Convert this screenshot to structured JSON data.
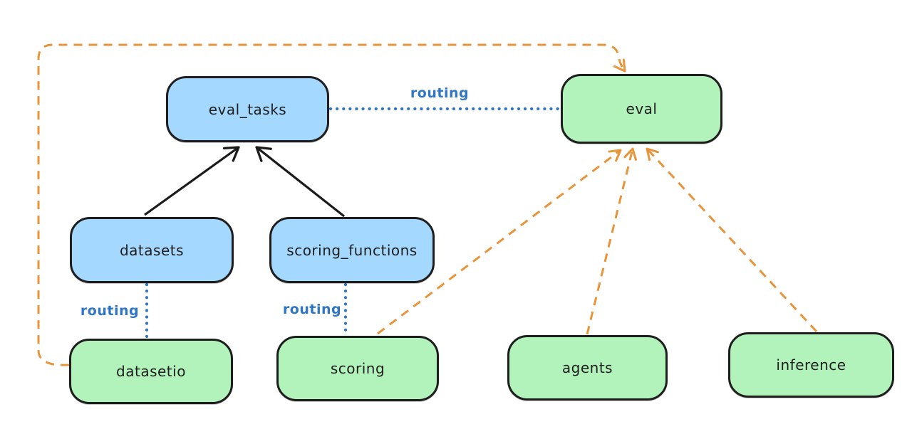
{
  "diagram": {
    "colors": {
      "background": "#ffffff",
      "blue_node_fill": "#a5d8ff",
      "green_node_fill": "#b2f2bb",
      "node_border": "#1e1e1e",
      "routing_blue": "#2f76c7",
      "orange_dashed": "#e8943a",
      "black_arrow": "#1b1b1b"
    },
    "nodes": [
      {
        "id": "eval_tasks",
        "label": "eval_tasks",
        "kind": "blue"
      },
      {
        "id": "eval",
        "label": "eval",
        "kind": "green"
      },
      {
        "id": "datasets",
        "label": "datasets",
        "kind": "blue"
      },
      {
        "id": "scoring_functions",
        "label": "scoring_functions",
        "kind": "blue"
      },
      {
        "id": "datasetio",
        "label": "datasetio",
        "kind": "green"
      },
      {
        "id": "scoring",
        "label": "scoring",
        "kind": "green"
      },
      {
        "id": "agents",
        "label": "agents",
        "kind": "green"
      },
      {
        "id": "inference",
        "label": "inference",
        "kind": "green"
      }
    ],
    "edge_labels": [
      {
        "id": "routing-top",
        "text": "routing"
      },
      {
        "id": "routing-left",
        "text": "routing"
      },
      {
        "id": "routing-middle",
        "text": "routing"
      }
    ],
    "edges": [
      {
        "from": "datasets",
        "to": "eval_tasks",
        "style": "solid-black-arrow"
      },
      {
        "from": "scoring_functions",
        "to": "eval_tasks",
        "style": "solid-black-arrow"
      },
      {
        "from": "eval_tasks",
        "to": "eval",
        "style": "dotted-blue",
        "label": "routing"
      },
      {
        "from": "datasets",
        "to": "datasetio",
        "style": "dotted-blue",
        "label": "routing"
      },
      {
        "from": "scoring_functions",
        "to": "scoring",
        "style": "dotted-blue",
        "label": "routing"
      },
      {
        "from": "datasetio",
        "to": "eval",
        "style": "dashed-orange-arrow"
      },
      {
        "from": "scoring",
        "to": "eval",
        "style": "dashed-orange-arrow"
      },
      {
        "from": "agents",
        "to": "eval",
        "style": "dashed-orange-arrow"
      },
      {
        "from": "inference",
        "to": "eval",
        "style": "dashed-orange-arrow"
      }
    ]
  }
}
